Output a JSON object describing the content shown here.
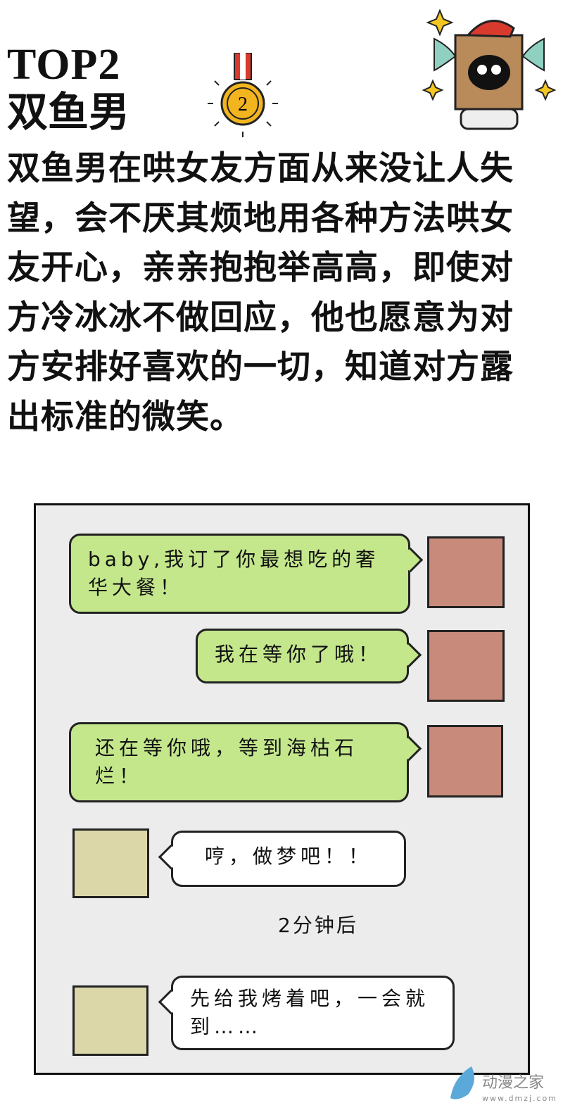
{
  "header": {
    "rank": "TOP2",
    "title": "双鱼男",
    "medal_number": "2"
  },
  "description": [
    "双鱼男在哄女友方面从来没让人失",
    "望，会不厌其烦地用各种方法哄女",
    "友开心，亲亲抱抱举高高，即使对",
    "方冷冰冰不做回应，他也愿意为对",
    "方安排好喜欢的一切，知道对方露",
    "出标准的微笑。"
  ],
  "chat": {
    "messages": [
      {
        "sender": "boy",
        "text": "baby,我订了你最想吃的奢华大餐！"
      },
      {
        "sender": "boy",
        "text": "我在等你了哦！"
      },
      {
        "sender": "boy",
        "text": "还在等你哦，等到海枯石烂！"
      },
      {
        "sender": "girl",
        "text": "哼，做梦吧！！"
      },
      {
        "sender": "girl",
        "text": "先给我烤着吧，一会就到……"
      }
    ],
    "time_note": "2分钟后"
  },
  "watermark": {
    "name": "动漫之家",
    "url": "www.dmzj.com"
  },
  "colors": {
    "bubble_green": "#c4e78c",
    "panel_bg": "#ececec",
    "avatar_bag_bg": "#c88b7b",
    "avatar_rabbit_bg": "#dcd7a8",
    "medal": "#f2b51f"
  }
}
